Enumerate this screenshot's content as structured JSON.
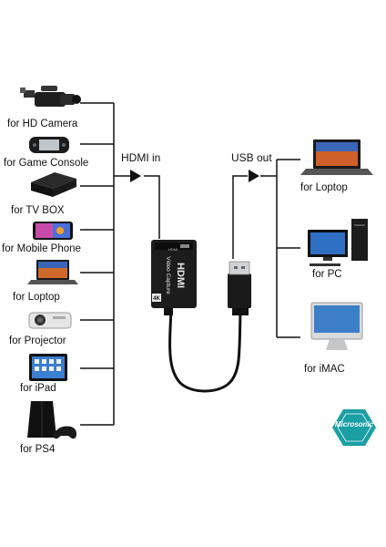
{
  "headers": {
    "input": "HDMI in",
    "output": "USB  out"
  },
  "sources": [
    {
      "label": "for  HD Camera",
      "icon": "video-camera-icon"
    },
    {
      "label": "for  Game Console",
      "icon": "handheld-console-icon"
    },
    {
      "label": "for  TV BOX",
      "icon": "tv-box-icon"
    },
    {
      "label": "for  Mobile Phone",
      "icon": "mobile-phone-icon"
    },
    {
      "label": "for  Loptop",
      "icon": "laptop-icon"
    },
    {
      "label": "for  Projector",
      "icon": "projector-icon"
    },
    {
      "label": "for  iPad",
      "icon": "tablet-icon"
    },
    {
      "label": "for  PS4",
      "icon": "game-console-icon"
    }
  ],
  "targets": [
    {
      "label": "for  Loptop",
      "icon": "laptop-icon"
    },
    {
      "label": "for  PC",
      "icon": "desktop-pc-icon"
    },
    {
      "label": "for  iMAC",
      "icon": "imac-icon"
    }
  ],
  "device": {
    "name": "Video Capture",
    "brand": "HDMI",
    "badge": "4K",
    "port_text": "HDMI"
  },
  "brand": {
    "name": "Microsonic",
    "color": "#1a9fa4"
  }
}
